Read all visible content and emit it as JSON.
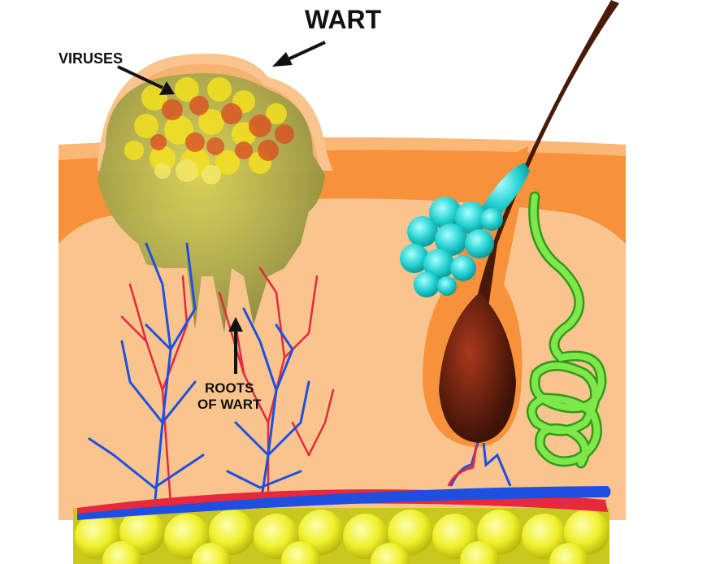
{
  "labels": {
    "wart": "WART",
    "viruses": "VIRUSES",
    "roots": "ROOTS\nOF WART"
  },
  "colors": {
    "skin": "#f9c48e",
    "epidermis": "#f7923a",
    "wart": "#a7a54a",
    "virus_red": "#e0401a",
    "virus_yellow": "#f4e021",
    "artery": "#e8283c",
    "vein": "#1f4fe0",
    "hair": "#4a1a08",
    "sebaceous_gland": "#26d2d2",
    "sweat_gland": "#5cd23a",
    "fat": "#eef02a"
  }
}
